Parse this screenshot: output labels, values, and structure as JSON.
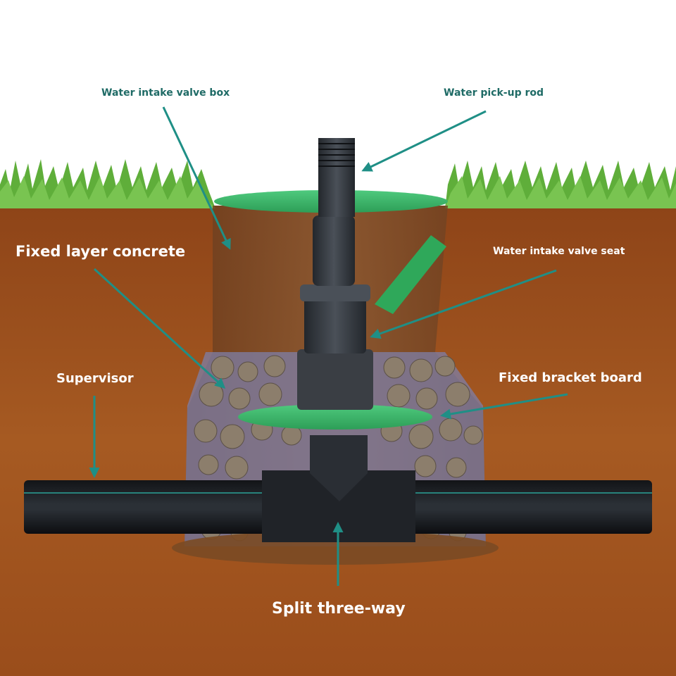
{
  "labels": {
    "valve_box": "Water intake valve box",
    "pickup_rod": "Water pick-up rod",
    "concrete": "Fixed layer concrete",
    "valve_seat": "Water intake valve seat",
    "supervisor": "Supervisor",
    "bracket": "Fixed bracket board",
    "three_way": "Split three-way"
  },
  "colors": {
    "soil": "#a3531f",
    "grass": "#5fae3a",
    "lid_green": "#3fb56e",
    "pipe": "#1e2126",
    "arrow_teal": "#1f8f86",
    "label_dark": "#1f6b66"
  }
}
